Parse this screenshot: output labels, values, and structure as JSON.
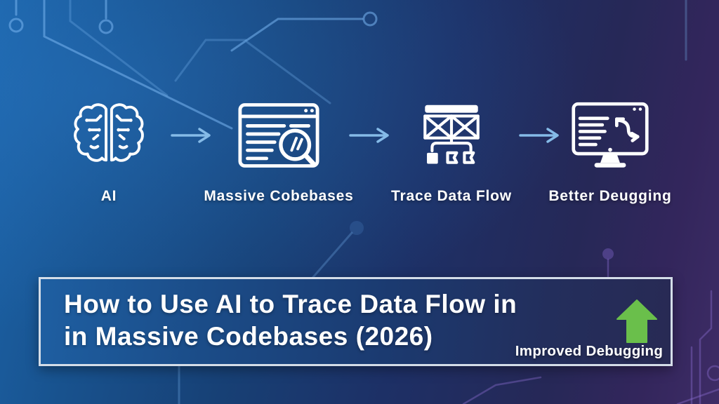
{
  "colors": {
    "background_left_blue": "#1c64a9",
    "background_right_purple": "#3e2c66",
    "circuit_trace_blue": "#78b4f0",
    "icon_white": "#ffffff",
    "flow_arrow_blue": "#85bbe8",
    "banner_border": "#d4dde8",
    "banner_fill_left": "#1e5fa2",
    "callout_green": "#6abf4b"
  },
  "pipeline": {
    "steps": [
      {
        "icon": "brain-icon",
        "label": "AI"
      },
      {
        "icon": "codebase-window-icon",
        "label": "Massive Cobebases"
      },
      {
        "icon": "data-flowchart-icon",
        "label": "Trace Data Flow"
      },
      {
        "icon": "debug-monitor-icon",
        "label": "Better Deugging"
      }
    ]
  },
  "title_banner": {
    "line1": "How to Use AI to Trace Data Flow in",
    "line2": "in Massive Codebases (2026)"
  },
  "callout": {
    "label": "Improved Debugging",
    "icon": "up-arrow-icon"
  }
}
